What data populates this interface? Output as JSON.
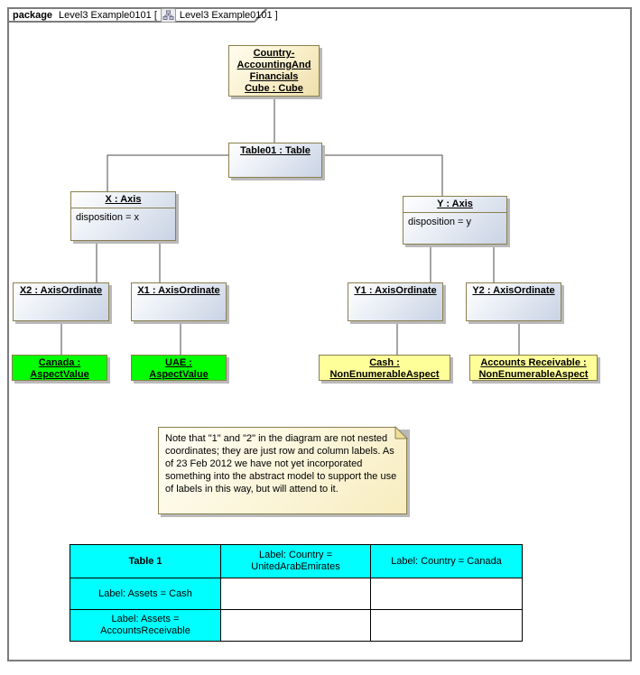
{
  "frame": {
    "kind_label": "package",
    "package_name_with_bracket": "Level3 Example0101 [",
    "diagram_name_with_bracket": "Level3 Example0101 ]",
    "diagram_icon": "uml-diagram-icon"
  },
  "nodes": {
    "cube": {
      "lines": [
        "Country-",
        "AccountingAnd",
        "Financials",
        "Cube : Cube"
      ]
    },
    "table01": {
      "title": "Table01 : Table"
    },
    "x_axis": {
      "title": "X : Axis",
      "attribute": "disposition = x"
    },
    "y_axis": {
      "title": "Y : Axis",
      "attribute": "disposition = y"
    },
    "x2": {
      "title": "X2 : AxisOrdinate"
    },
    "x1": {
      "title": "X1 : AxisOrdinate"
    },
    "y1": {
      "title": "Y1 : AxisOrdinate"
    },
    "y2": {
      "title": "Y2 : AxisOrdinate"
    },
    "canada": {
      "lines": [
        "Canada :",
        "AspectValue"
      ]
    },
    "uae": {
      "lines": [
        "UAE :",
        "AspectValue"
      ]
    },
    "cash": {
      "lines": [
        "Cash :",
        "NonEnumerableAspect"
      ]
    },
    "accounts_receivable": {
      "lines": [
        "Accounts Receivable :",
        "NonEnumerableAspect"
      ]
    }
  },
  "note": {
    "text": "Note that \"1\" and \"2\" in the diagram are not nested coordinates; they are just row and column labels.  As of 23 Feb 2012 we have not yet incorporated something into the abstract model to support the use of labels in this way, but will attend to it."
  },
  "grid": {
    "header": [
      "Table 1",
      "Label: Country = UnitedArabEmirates",
      "Label: Country = Canada"
    ],
    "row_labels": [
      "Label: Assets = Cash",
      "Label: Assets = AccountsReceivable"
    ]
  },
  "colors": {
    "class_box_fill_end": "#c9d3e4",
    "cube_fill_end": "#efdfad",
    "box_border_olive": "#8a7f4e",
    "aspect_value_green": "#00ff00",
    "non_enumerable_yellow": "#ffff99",
    "table_header_cyan": "#00ffff",
    "frame_gray": "#7c7c7c",
    "connector_gray": "#4b4b4b",
    "shadow_gray": "#b9b9b9"
  }
}
